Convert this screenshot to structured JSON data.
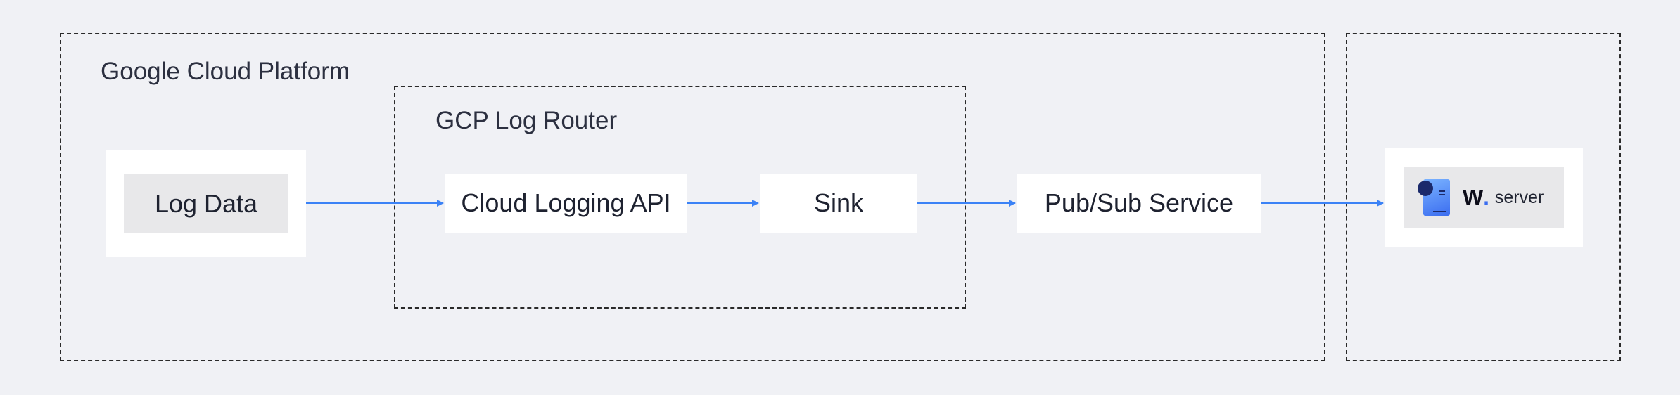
{
  "groups": {
    "gcp": {
      "label": "Google Cloud Platform"
    },
    "router": {
      "label": "GCP Log Router"
    },
    "external": {
      "label": ""
    }
  },
  "nodes": {
    "log_data": "Log Data",
    "cloud_logging": "Cloud Logging API",
    "sink": "Sink",
    "pubsub": "Pub/Sub Service",
    "server": {
      "brand": "W",
      "brand_dot": ".",
      "label": "server",
      "icon": "server-document-icon"
    }
  },
  "edges": [
    {
      "from": "Log Data",
      "to": "Cloud Logging API"
    },
    {
      "from": "Cloud Logging API",
      "to": "Sink"
    },
    {
      "from": "Sink",
      "to": "Pub/Sub Service"
    },
    {
      "from": "Pub/Sub Service",
      "to": "server"
    }
  ],
  "colors": {
    "background": "#f0f1f5",
    "arrow": "#3b82f6",
    "border": "#2a2a2a",
    "node_fill": "#ffffff",
    "inner_fill": "#e8e8ea",
    "brand_accent": "#3b6df0"
  }
}
